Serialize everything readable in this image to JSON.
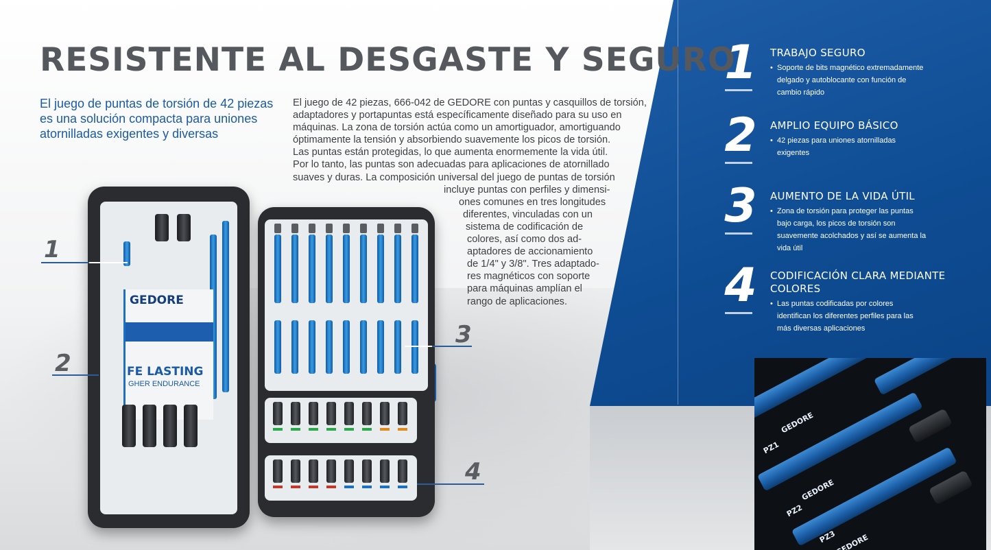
{
  "header": {
    "title": "RESISTENTE AL DESGASTE Y SEGURO"
  },
  "intro": {
    "subtitle": "El juego de puntas de torsión de 42 piezas es una solución compacta para uniones atornilladas exigentes y diversas",
    "body_lines": [
      "El juego de 42 piezas, 666-042 de GEDORE con puntas y casquillos de torsión,",
      "adaptadores y portapuntas está específicamente diseñado para su uso en",
      "máquinas. La zona de torsión actúa como un amortiguador, amortiguando",
      "óptimamente la tensión y absorbiendo suavemente los picos de torsión.",
      "Las puntas están protegidas, lo que aumenta enormemente la vida útil.",
      "Por lo tanto, las puntas son adecuadas para aplicaciones de atornillado",
      "suaves y duras. La composición universal del juego de puntas de torsión",
      "incluye puntas con perfiles y dimensi-",
      "ones comunes en tres longitudes",
      "diferentes, vinculadas con un",
      "sistema de codificación de",
      "colores, así como dos ad-",
      "aptadores de accionamiento",
      "de 1/4\" y 3/8\". Tres adaptado-",
      "res magnéticos con soporte",
      "para máquinas amplían el",
      "rango de aplicaciones."
    ]
  },
  "product_card": {
    "brand": "GEDORE",
    "headline": "FE LASTING",
    "tagline": "GHER ENDURANCE"
  },
  "callouts": [
    "1",
    "2",
    "3",
    "4"
  ],
  "features": [
    {
      "number": "1",
      "title": "TRABAJO SEGURO",
      "description": "Soporte de bits magnético extremadamente delgado y autoblocante con función de cambio rápido"
    },
    {
      "number": "2",
      "title": "AMPLIO EQUIPO BÁSICO",
      "description": "42 piezas para uniones atornilladas exigentes"
    },
    {
      "number": "3",
      "title": "AUMENTO DE LA VIDA ÚTIL",
      "description": "Zona de torsión para proteger las puntas bajo carga, los picos de torsión son suavemente acolchados y así se aumenta la vida útil"
    },
    {
      "number": "4",
      "title": "CODIFICACIÓN CLARA MEDIANTE COLORES",
      "description": "Las puntas codificadas por colores identifican los diferentes perfiles para las más diversas aplicaciones"
    }
  ],
  "photo": {
    "labels": [
      "GEDORE",
      "GEDORE",
      "GEDORE",
      "PZ1",
      "PZ2",
      "PZ3"
    ]
  },
  "colors": {
    "brand_blue": "#1b5aa6",
    "panel_blue": "#0e4c93",
    "title_gray": "#55585c",
    "text_gray": "#3d3f42",
    "ring_green": "#2aa84a",
    "ring_red": "#c0392b",
    "ring_orange": "#e08a1e",
    "ring_blue": "#1d6fbf"
  }
}
